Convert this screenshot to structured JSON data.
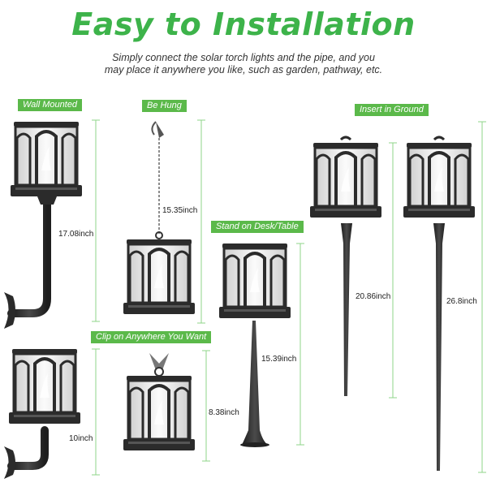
{
  "header": {
    "title": "Easy to Installation",
    "subtitle_line1": "Simply connect the solar torch lights and the pipe, and you",
    "subtitle_line2": "may place it anywhere you like, such as garden, pathway, etc."
  },
  "labels": {
    "wall_mounted": "Wall Mounted",
    "be_hung": "Be Hung",
    "insert_in_ground": "Insert in Ground",
    "stand_on_desk": "Stand on Desk/Table",
    "clip_on": "Clip on Anywhere You Want"
  },
  "dimensions": {
    "wall_tall": "17.08inch",
    "hung": "15.35inch",
    "ground_short": "20.86inch",
    "ground_tall": "26.8inch",
    "desk": "15.39inch",
    "clip": "8.38inch",
    "wall_short": "10inch"
  },
  "colors": {
    "accent": "#5bb94a",
    "title": "#3db34a",
    "guide": "#8fd48a",
    "lamp": "#2f2f2f"
  }
}
